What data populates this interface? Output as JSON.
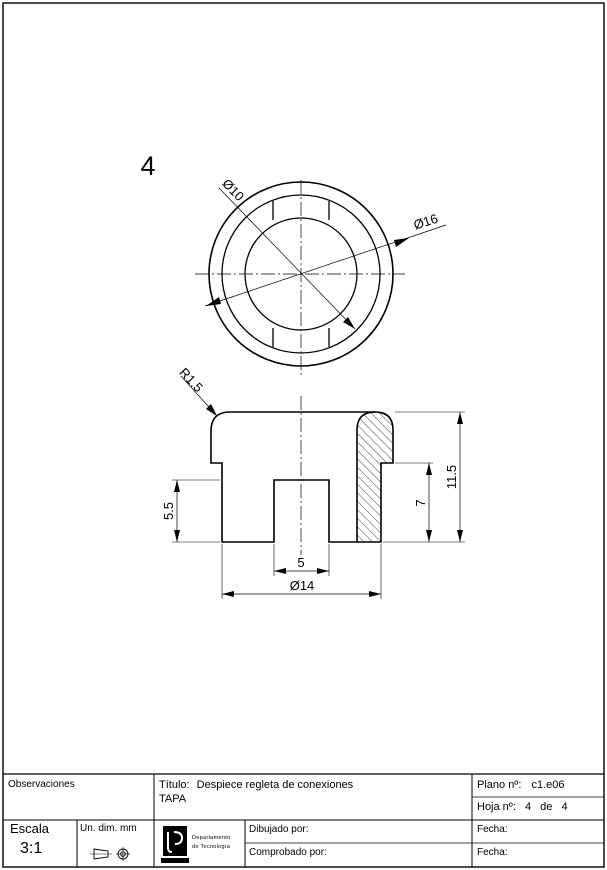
{
  "part_number": "4",
  "dimensions": {
    "d10": "Ø10",
    "d16": "Ø16",
    "r15": "R1.5",
    "h115": "11.5",
    "h7": "7",
    "h55": "5.5",
    "w5": "5",
    "d14": "Ø14"
  },
  "title_block": {
    "observaciones_label": "Observaciones",
    "titulo_label": "Título:",
    "titulo_value": "Despiece regleta de conexiones",
    "titulo_sub": "TAPA",
    "plano_label": "Plano nº:",
    "plano_value": "c1.e06",
    "hoja_label": "Hoja nº:",
    "hoja_value": "4",
    "hoja_de": "de",
    "hoja_total": "4",
    "escala_label": "Escala",
    "escala_value": "3:1",
    "unidades_label": "Un. dim. mm",
    "department_line1": "Departamento",
    "department_line2": "de Tecnología",
    "dibujado_label": "Dibujado por:",
    "comprobado_label": "Comprobado por:",
    "fecha1_label": "Fecha:",
    "fecha2_label": "Fecha:"
  },
  "icons": [
    "projection-symbol-icon",
    "department-logo-icon"
  ]
}
